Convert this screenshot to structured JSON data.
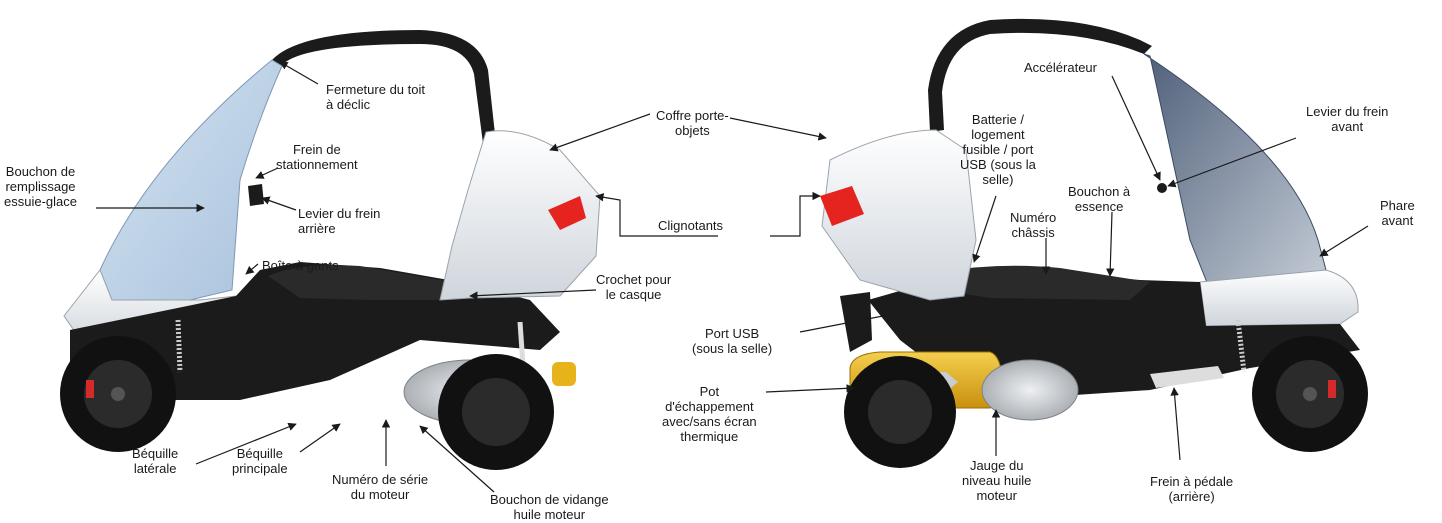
{
  "labels": {
    "left": {
      "roof_latch": "Fermeture du toit\nà déclic",
      "parking_brake": "Frein de\nstationnement",
      "washer_cap": "Bouchon de\nremplissage\nessuie-glace",
      "rear_brake_lever": "Levier du frein\narrière",
      "glove_box": "Boîte à gants",
      "helmet_hook": "Crochet pour\nle casque",
      "side_stand": "Béquille\nlatérale",
      "main_stand": "Béquille\nprincipale",
      "engine_serial": "Numéro de série\ndu moteur",
      "oil_drain": "Bouchon de vidange\nhuile moteur"
    },
    "center": {
      "storage_box": "Coffre porte-\nobjets",
      "indicators": "Clignotants",
      "usb_port": "Port USB\n(sous la selle)",
      "exhaust": "Pot\nd'échappement\navec/sans écran\nthermique"
    },
    "right": {
      "throttle": "Accélérateur",
      "battery": "Batterie /\nlogement\nfusible / port\nUSB (sous la\nselle)",
      "front_brake_lever": "Levier du frein\navant",
      "fuel_cap": "Bouchon à\nessence",
      "chassis_number": "Numéro\nchâssis",
      "headlight": "Phare\navant",
      "oil_gauge": "Jauge du\nniveau huile\nmoteur",
      "foot_brake": "Frein à pédale\n(arrière)"
    }
  },
  "colors": {
    "windshield_left": "#b9cfe6",
    "windshield_right": "#2c3a52",
    "body_white": "#eef1f5",
    "frame_black": "#1b1b1b",
    "indicator_red": "#e52420",
    "exhaust_yellow": "#e8b21a",
    "brake_red": "#d42a2a",
    "engine_grey": "#c9ccd0"
  }
}
